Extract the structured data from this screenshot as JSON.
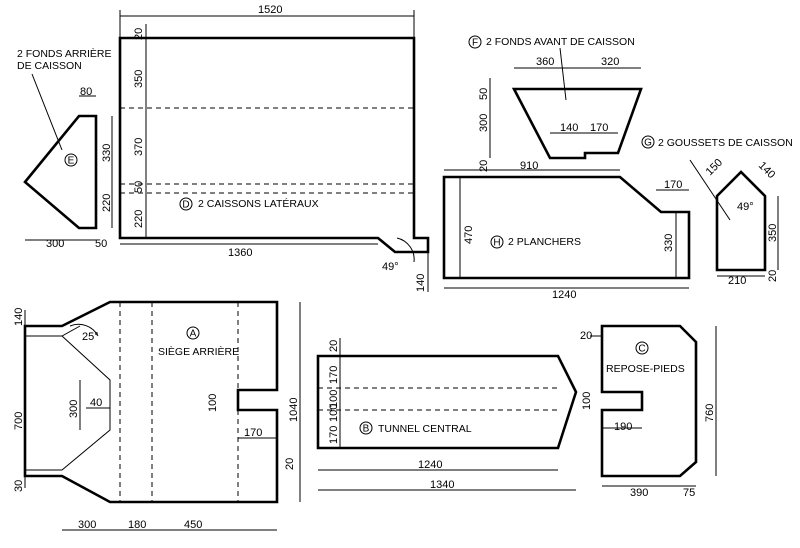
{
  "parts": {
    "D": {
      "letter": "D",
      "label": "2 CAISSONS LATÉRAUX"
    },
    "E": {
      "letter": "E",
      "label_line1": "2 FONDS ARRIÈRE",
      "label_line2": "DE CAISSON"
    },
    "F": {
      "letter": "F",
      "label": "2 FONDS AVANT DE CAISSON"
    },
    "G": {
      "letter": "G",
      "label": "2 GOUSSETS DE CAISSON"
    },
    "H": {
      "letter": "H",
      "label": "2 PLANCHERS"
    },
    "A": {
      "letter": "A",
      "label": "SIÈGE ARRIÈRE"
    },
    "B": {
      "letter": "B",
      "label": "TUNNEL CENTRAL"
    },
    "C": {
      "letter": "C",
      "label": "REPOSE-PIEDS"
    }
  },
  "dimensions": {
    "d_1520": "1520",
    "d_20": "20",
    "d_350": "350",
    "d_370": "370",
    "d_50": "50",
    "d_220": "220",
    "d_1360": "1360",
    "d_49": "49°",
    "d_140": "140",
    "e_80": "80",
    "e_330": "330",
    "e_220": "220",
    "e_300": "300",
    "e_50": "50",
    "f_360": "360",
    "f_320": "320",
    "f_50": "50",
    "f_300": "300",
    "f_140": "140",
    "f_170": "170",
    "f_20": "20",
    "g_150": "150",
    "g_140": "140",
    "g_49": "49°",
    "g_350": "350",
    "g_210": "210",
    "g_20": "20",
    "h_910": "910",
    "h_170": "170",
    "h_470": "470",
    "h_330": "330",
    "h_1240": "1240",
    "a_140": "140",
    "a_25": "25°",
    "a_700": "700",
    "a_300": "300",
    "a_40": "40",
    "a_30": "30",
    "a_100": "100",
    "a_170": "170",
    "a_20": "20",
    "a_1040": "1040",
    "a_300b": "300",
    "a_180": "180",
    "a_450": "450",
    "b_20": "20",
    "b_170a": "170",
    "b_100": "100",
    "b_100b": "100",
    "b_170b": "170",
    "b_1240": "1240",
    "b_1340": "1340",
    "c_20": "20",
    "c_100": "100",
    "c_190": "190",
    "c_760": "760",
    "c_390": "390",
    "c_75": "75"
  }
}
